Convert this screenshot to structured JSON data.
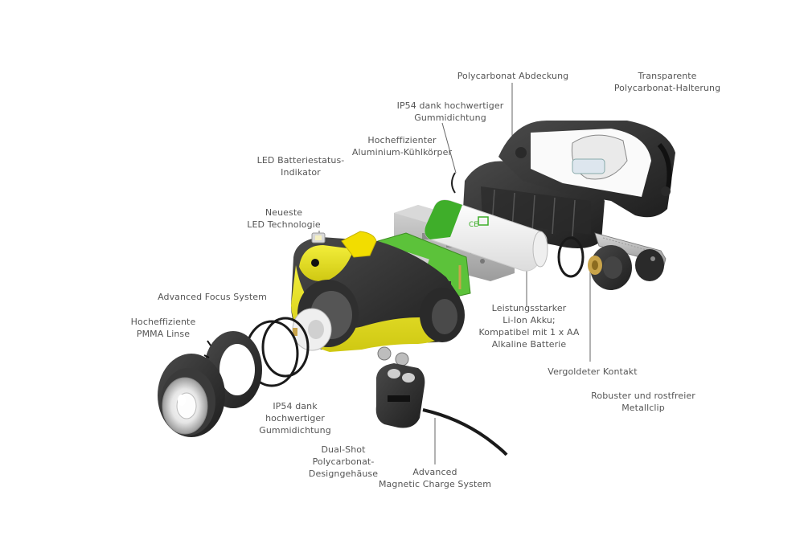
{
  "labels": {
    "polycarbonat_abdeckung": [
      "Polycarbonat Abdeckung"
    ],
    "transparente_halterung": [
      "Transparente",
      "Polycarbonat-Halterung"
    ],
    "ip54_top": [
      "IP54 dank hochwertiger",
      "Gummidichtung"
    ],
    "kuehlkoerper": [
      "Hocheffizienter",
      "Aluminium-Kühlkörper"
    ],
    "batteriestatus": [
      "LED Batteriestatus-",
      "Indikator"
    ],
    "led_technologie": [
      "Neueste",
      "LED Technologie"
    ],
    "focus_system": [
      "Advanced Focus System"
    ],
    "pmma_linse": [
      "Hocheffiziente",
      "PMMA Linse"
    ],
    "akku": [
      "Leistungsstarker",
      "Li-Ion Akku;",
      "Kompatibel mit 1 x AA",
      "Alkaline Batterie"
    ],
    "kontakt": [
      "Vergoldeter Kontakt"
    ],
    "metallclip": [
      "Robuster und rostfreier",
      "Metallclip"
    ],
    "ip54_bottom": [
      "IP54 dank",
      "hochwertiger",
      "Gummidichtung"
    ],
    "designgehaeuse": [
      "Dual-Shot",
      "Polycarbonat-",
      "Designgehäuse"
    ],
    "charge_system": [
      "Advanced",
      "Magnetic Charge System"
    ]
  },
  "colors": {
    "housing_yellow": "#e8e21a",
    "housing_dark": "#3a3a3a",
    "pcb_green": "#5cc23a",
    "switch_yellow": "#f2dd00",
    "battery_white": "#f4f4f4",
    "battery_green": "#3fae2a",
    "heatsink_grey": "#b8b8b8",
    "gold": "#c9a44a",
    "label_text": "#555555",
    "leader_line": "#666666"
  }
}
